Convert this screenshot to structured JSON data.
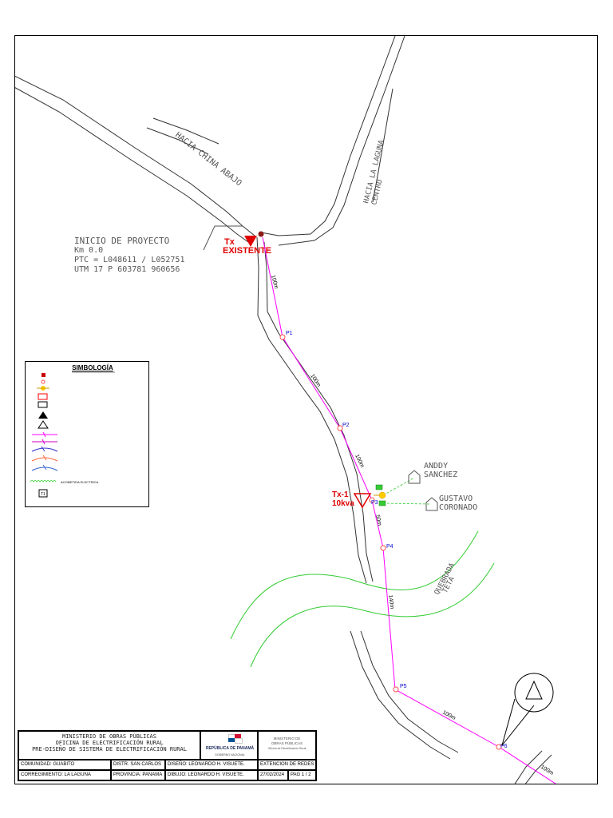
{
  "map": {
    "roads": {
      "china_abajo": "HACIA CHINA ABAJO",
      "la_laguna": "HACIA LA LAGUNA",
      "la_laguna_line2": "CENTRO"
    },
    "river": {
      "line1": "QUEBRADA",
      "line2": "TETA"
    },
    "project_start": {
      "title": "INICIO DE PROYECTO",
      "km": "Km 0.0",
      "ptc": "PTC = L048611 / L052751",
      "utm": "UTM 17 P 603781 960656"
    },
    "tx_existing": {
      "line1": "Tx",
      "line2": "EXISTENTE"
    },
    "tx_new": {
      "line1": "Tx-1",
      "line2": "10kva"
    },
    "poles": [
      "P1",
      "P2",
      "P3",
      "P4",
      "P5",
      "P6"
    ],
    "distances": [
      "100m",
      "100m",
      "100m",
      "50m",
      "140m",
      "100m",
      "100m"
    ],
    "houses": [
      {
        "line1": "ANDDY",
        "line2": "SANCHEZ"
      },
      {
        "line1": "GUSTAVO",
        "line2": "CORONADO"
      }
    ]
  },
  "legend": {
    "title": "SIMBOLOGÍA",
    "entries": [
      {
        "icon": "existing-transformer-icon",
        "color": "#cc0000"
      },
      {
        "icon": "new-pole-icon",
        "color": "#ff4d4d"
      },
      {
        "icon": "luminaire-icon",
        "color": "#ffcc00"
      },
      {
        "icon": "red-rectangle-icon",
        "color": "#ff0000"
      },
      {
        "icon": "black-rectangle-icon",
        "color": "#000000"
      },
      {
        "icon": "filled-triangle-icon",
        "color": "#000000"
      },
      {
        "icon": "outline-triangle-icon",
        "color": "#000000"
      },
      {
        "icon": "primary-line-icon",
        "color": "#ff00ff"
      },
      {
        "icon": "secondary-line-icon",
        "color": "#cc00cc"
      },
      {
        "icon": "primary-secondary-line-icon",
        "color": "#3333cc"
      },
      {
        "icon": "existing-line-icon",
        "color": "#ff6633"
      },
      {
        "icon": "existing-secondary-line-icon",
        "color": "#3366cc"
      },
      {
        "icon": "river-line-icon",
        "color": "#33cc33",
        "label": "ACOMETIDA ELECTRICA"
      },
      {
        "icon": "meter-box-icon",
        "color": "#000000",
        "label": "T1"
      }
    ]
  },
  "title_block": {
    "ministry": [
      "MINISTERIO DE OBRAS PÚBLICAS",
      "OFICINA DE ELECTRIFICACIÓN RURAL",
      "PRE-DISEÑO DE SISTEMA DE ELECTRIFICACIÓN RURAL"
    ],
    "republic": "REPÚBLICA DE PANAMÁ",
    "government": "GOBIERNO NACIONAL",
    "office": [
      "MINISTERIO DE",
      "OBRAS PÚBLICAS",
      "Oficina de Electrificación Rural"
    ],
    "rows": [
      {
        "community": "COMUNIDAD: GUABITO",
        "district": "DISTR. SAN CARLOS",
        "design": "DISEÑO: LEONARDO H. VISUETE.",
        "project": "EXTENCION DE REDES"
      },
      {
        "community": "CORREGIMIENTO: LA LAGUNA",
        "district": "PROVINCIA: PANAMA",
        "design": "DIBUJO: LEONARDO H. VISUETE.",
        "date": "27/02/2024",
        "page": "PAG 1 / 2"
      }
    ]
  },
  "colors": {
    "power_line": "#ff00ff",
    "river": "#33cc33",
    "transformer": "#e00000",
    "pole_label": "#0000cc"
  }
}
